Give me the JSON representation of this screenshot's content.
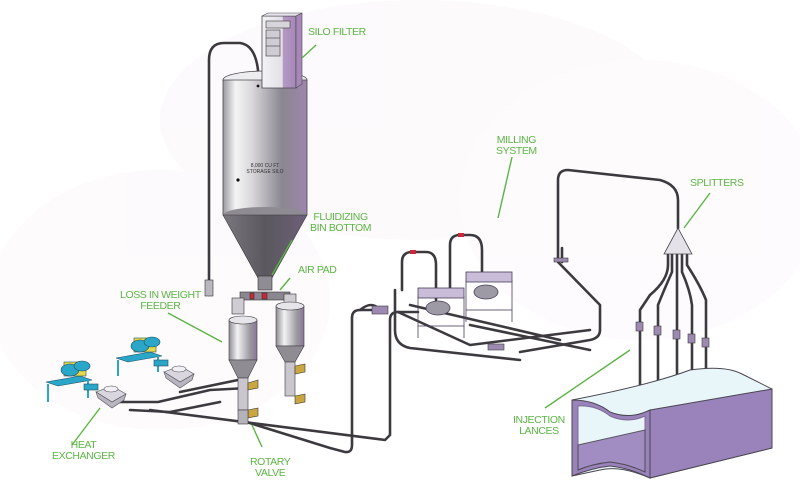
{
  "diagram": {
    "colors": {
      "label_green": "#5bb544",
      "pipe": "#3c3a3f",
      "silo_metal": "#b9b6bd",
      "filter_purple": "#a687b8",
      "duct_purple": "#9a82bb",
      "duct_top": "#e8f6f9",
      "blower_blue": "#2aa6c8",
      "blower_yellow": "#e8d84a",
      "valve_gold": "#c9a640"
    },
    "silo_text": {
      "line1": "8,000 CU FT",
      "line2": "STORAGE SILO"
    },
    "labels": {
      "silo_filter": "SILO FILTER",
      "fluidizing_1": "FLUIDIZING",
      "fluidizing_2": "BIN BOTTOM",
      "air_pad": "AIR PAD",
      "loss_1": "LOSS IN WEIGHT",
      "loss_2": "FEEDER",
      "milling_1": "MILLING",
      "milling_2": "SYSTEM",
      "splitters": "SPLITTERS",
      "heat_1": "HEAT",
      "heat_2": "EXCHANGER",
      "rotary_1": "ROTARY",
      "rotary_2": "VALVE",
      "injection_1": "INJECTION",
      "injection_2": "LANCES"
    }
  }
}
